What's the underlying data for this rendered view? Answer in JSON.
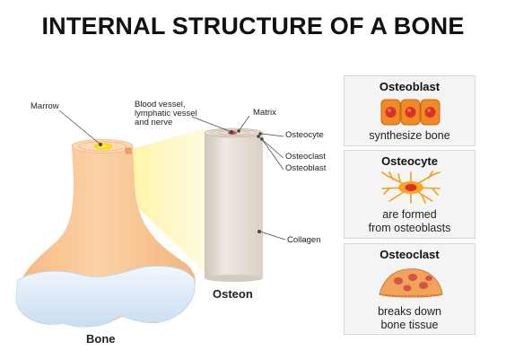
{
  "title": "INTERNAL STRUCTURE OF A BONE",
  "bone_label": "Bone",
  "osteon_label": "Osteon",
  "callouts": {
    "marrow": "Marrow",
    "vessel_line1": "Blood vessel,",
    "vessel_line2": "lymphatic vessel",
    "vessel_line3": "and nerve",
    "matrix": "Matrix",
    "osteocyte": "Osteocyte",
    "osteoclast": "Osteoclast",
    "osteoblast": "Osteoblast",
    "collagen": "Collagen"
  },
  "cards": [
    {
      "title": "Osteoblast",
      "desc_line1": "synthesize bone",
      "desc_line2": "",
      "icon": "osteoblast-cells-icon"
    },
    {
      "title": "Osteocyte",
      "desc_line1": "are formed",
      "desc_line2": "from osteoblasts",
      "icon": "osteocyte-cell-icon"
    },
    {
      "title": "Osteoclast",
      "desc_line1": "breaks down",
      "desc_line2": "bone tissue",
      "icon": "osteoclast-cell-icon"
    }
  ],
  "colors": {
    "bone_shaft": "#f9c896",
    "cartilage": "#dbe9f6",
    "marrow": "#ffe600",
    "zoom_cone": "#fff7b8",
    "osteon_cylinder": "#e8e0d7",
    "osteoblast_cell": "#f08a24",
    "osteocyte_cell": "#f6a623",
    "osteoclast_cell": "#f3a25a",
    "cell_nucleus": "#d6342a"
  }
}
